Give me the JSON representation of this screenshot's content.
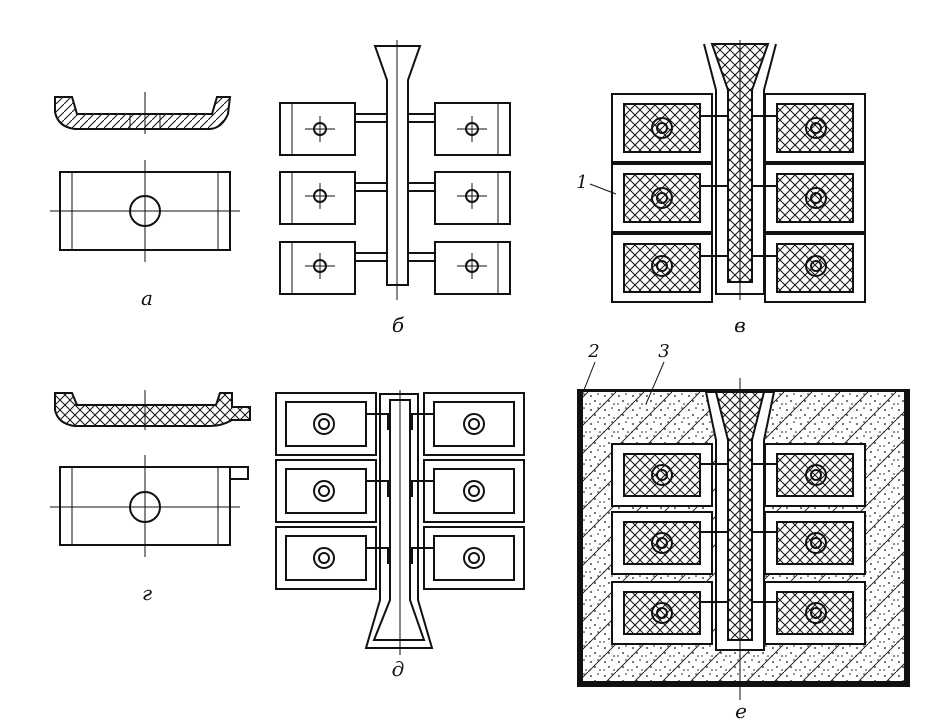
{
  "labels": {
    "a": "а",
    "b": "б",
    "v": "в",
    "g": "г",
    "d": "д",
    "e": "е"
  },
  "callouts": {
    "c1": "1",
    "c2": "2",
    "c3": "3"
  }
}
